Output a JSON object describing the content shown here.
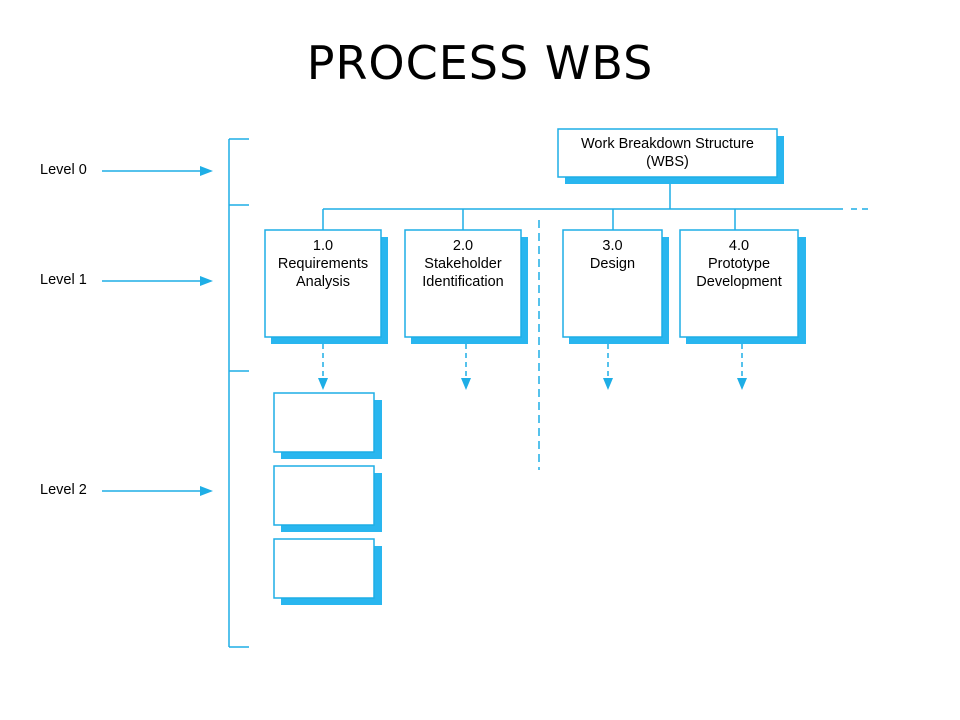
{
  "title": "PROCESS WBS",
  "colors": {
    "accent": "#1eaee6",
    "shadow": "#29b6ef",
    "box_fill": "#ffffff",
    "text": "#000000"
  },
  "levels": [
    "Level 0",
    "Level 1",
    "Level 2"
  ],
  "root": {
    "line1": "Work Breakdown Structure",
    "line2": "(WBS)"
  },
  "nodes": [
    {
      "number": "1.0",
      "line1": "Requirements",
      "line2": "Analysis"
    },
    {
      "number": "2.0",
      "line1": "Stakeholder",
      "line2": "Identification"
    },
    {
      "number": "3.0",
      "line1": "Design",
      "line2": ""
    },
    {
      "number": "4.0",
      "line1": "Prototype",
      "line2": "Development"
    }
  ],
  "level2_box_count": 3
}
